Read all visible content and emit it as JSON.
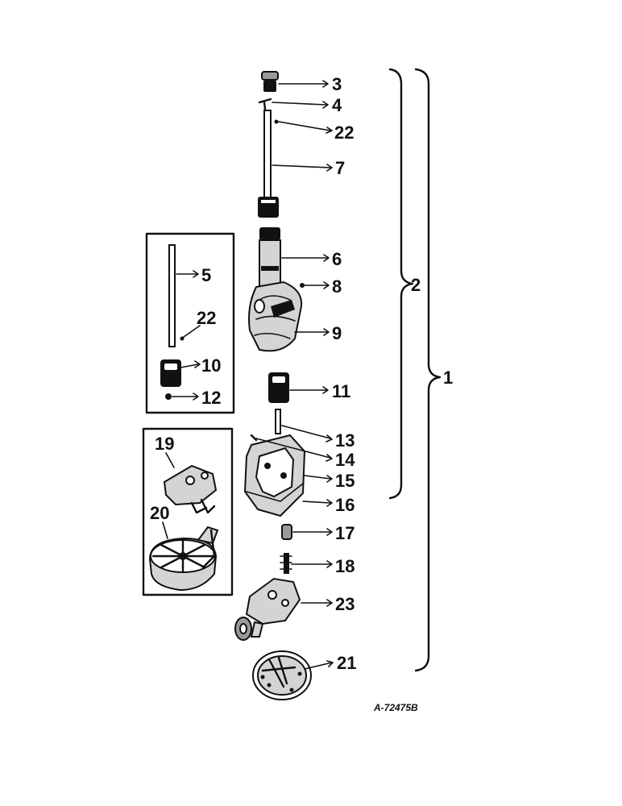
{
  "callouts": {
    "c1": "1",
    "c2": "2",
    "c3": "3",
    "c4": "4",
    "c5": "5",
    "c6": "6",
    "c7": "7",
    "c8": "8",
    "c9": "9",
    "c10": "10",
    "c11": "11",
    "c12": "12",
    "c13": "13",
    "c14": "14",
    "c15": "15",
    "c16": "16",
    "c17": "17",
    "c18": "18",
    "c19": "19",
    "c20": "20",
    "c21": "21",
    "c22a": "22",
    "c22b": "22",
    "c23": "23"
  },
  "figure_code": "A-72475B"
}
